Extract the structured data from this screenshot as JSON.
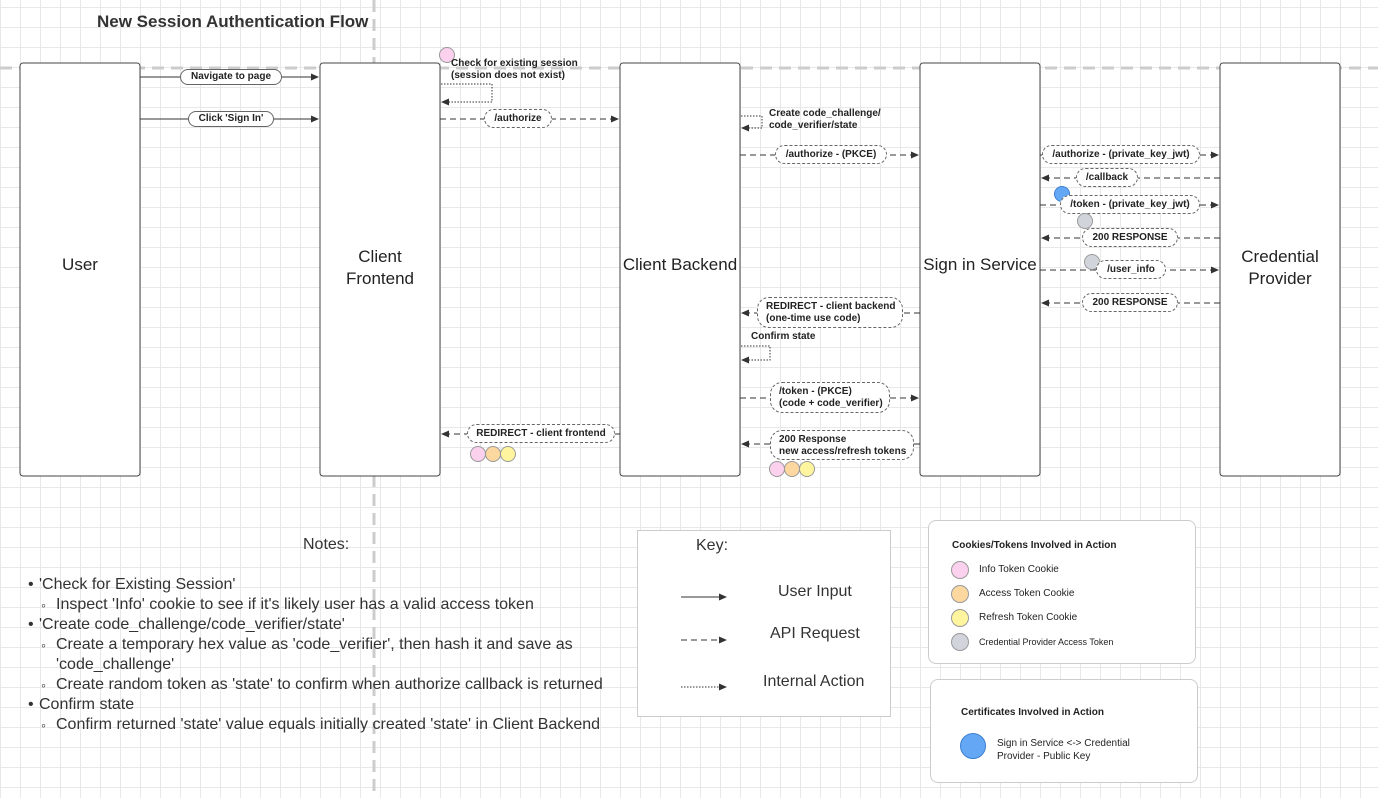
{
  "title": "New Session Authentication Flow",
  "colors": {
    "info_cookie": "#fbd1ee",
    "access_cookie": "#fcd8a0",
    "refresh_cookie": "#fff59e",
    "provider_token": "#d1d5db",
    "certificate": "#64a8f5"
  },
  "lanes": {
    "user": "User",
    "frontend_line1": "Client",
    "frontend_line2": "Frontend",
    "backend": "Client Backend",
    "signin": "Sign in Service",
    "provider_line1": "Credential",
    "provider_line2": "Provider"
  },
  "flow": {
    "navigate": "Navigate to page",
    "check_line1": "Check for existing session",
    "check_line2": "(session does not exist)",
    "click_signin": "Click 'Sign In'",
    "authorize": "/authorize",
    "create_line1": "Create code_challenge/",
    "create_line2": "code_verifier/state",
    "authorize_pkce": "/authorize - (PKCE)",
    "authorize_jwt": "/authorize - (private_key_jwt)",
    "callback": "/callback",
    "token_jwt": "/token - (private_key_jwt)",
    "response_200_a": "200 RESPONSE",
    "user_info": "/user_info",
    "response_200_b": "200 RESPONSE",
    "redirect_backend_line1": "REDIRECT - client backend",
    "redirect_backend_line2": "(one-time use code)",
    "confirm_state": "Confirm state",
    "token_pkce_line1": "/token - (PKCE)",
    "token_pkce_line2": "(code + code_verifier)",
    "redirect_frontend": "REDIRECT - client frontend",
    "response_tokens_line1": "200 Response",
    "response_tokens_line2": "new access/refresh tokens"
  },
  "notes": {
    "title": "Notes:",
    "items": [
      {
        "level": 1,
        "text": "'Check for Existing Session'"
      },
      {
        "level": 2,
        "text": "Inspect 'Info' cookie to see if it's likely user has a valid access token"
      },
      {
        "level": 1,
        "text": "'Create code_challenge/code_verifier/state'"
      },
      {
        "level": 2,
        "text": "Create a temporary hex value as 'code_verifier', then hash it and save as"
      },
      {
        "level": 3,
        "text": "'code_challenge'"
      },
      {
        "level": 2,
        "text": "Create random token as 'state' to confirm when authorize callback is returned"
      },
      {
        "level": 1,
        "text": "Confirm state"
      },
      {
        "level": 2,
        "text": "Confirm returned 'state' value equals initially created 'state' in Client Backend"
      }
    ]
  },
  "key": {
    "title": "Key:",
    "user_input": "User Input",
    "api_request": "API Request",
    "internal_action": "Internal Action"
  },
  "tokens_legend": {
    "title": "Cookies/Tokens Involved in Action",
    "info": "Info Token Cookie",
    "access": "Access Token Cookie",
    "refresh": "Refresh Token Cookie",
    "provider": "Credential Provider Access Token"
  },
  "certs_legend": {
    "title": "Certificates Involved in Action",
    "cert_line1": "Sign in Service <-> Credential",
    "cert_line2": "Provider - Public Key"
  }
}
